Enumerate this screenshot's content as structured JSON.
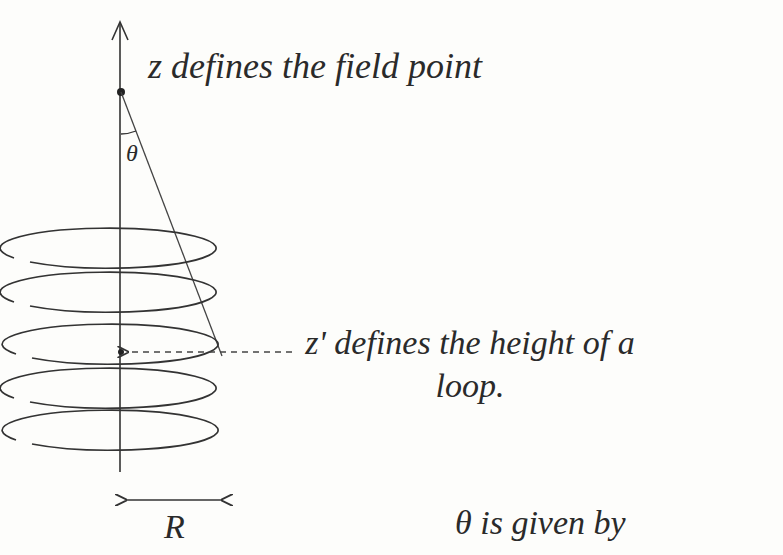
{
  "diagram": {
    "labels": [
      "z defines the field point",
      "θ",
      "z' defines the height of a loop.",
      "R",
      "θ is given by"
    ]
  }
}
